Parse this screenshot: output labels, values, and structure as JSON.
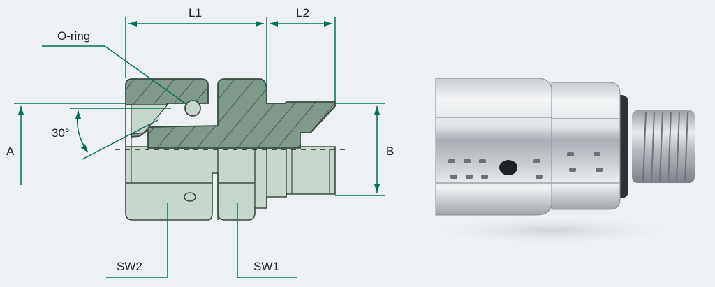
{
  "labels": {
    "l1": "L1",
    "l2": "L2",
    "oring": "O-ring",
    "angle": "30°",
    "a": "A",
    "b": "B",
    "sw2": "SW2",
    "sw1": "SW1"
  },
  "colors": {
    "background": "#eef1f3",
    "section_fill": "#7f9a8a",
    "body_fill": "#c7d7cc",
    "dimension_line": "#00705a",
    "outline": "#3a4a40",
    "metal_light": "#e6e9ea",
    "metal_dark": "#8f959a"
  }
}
